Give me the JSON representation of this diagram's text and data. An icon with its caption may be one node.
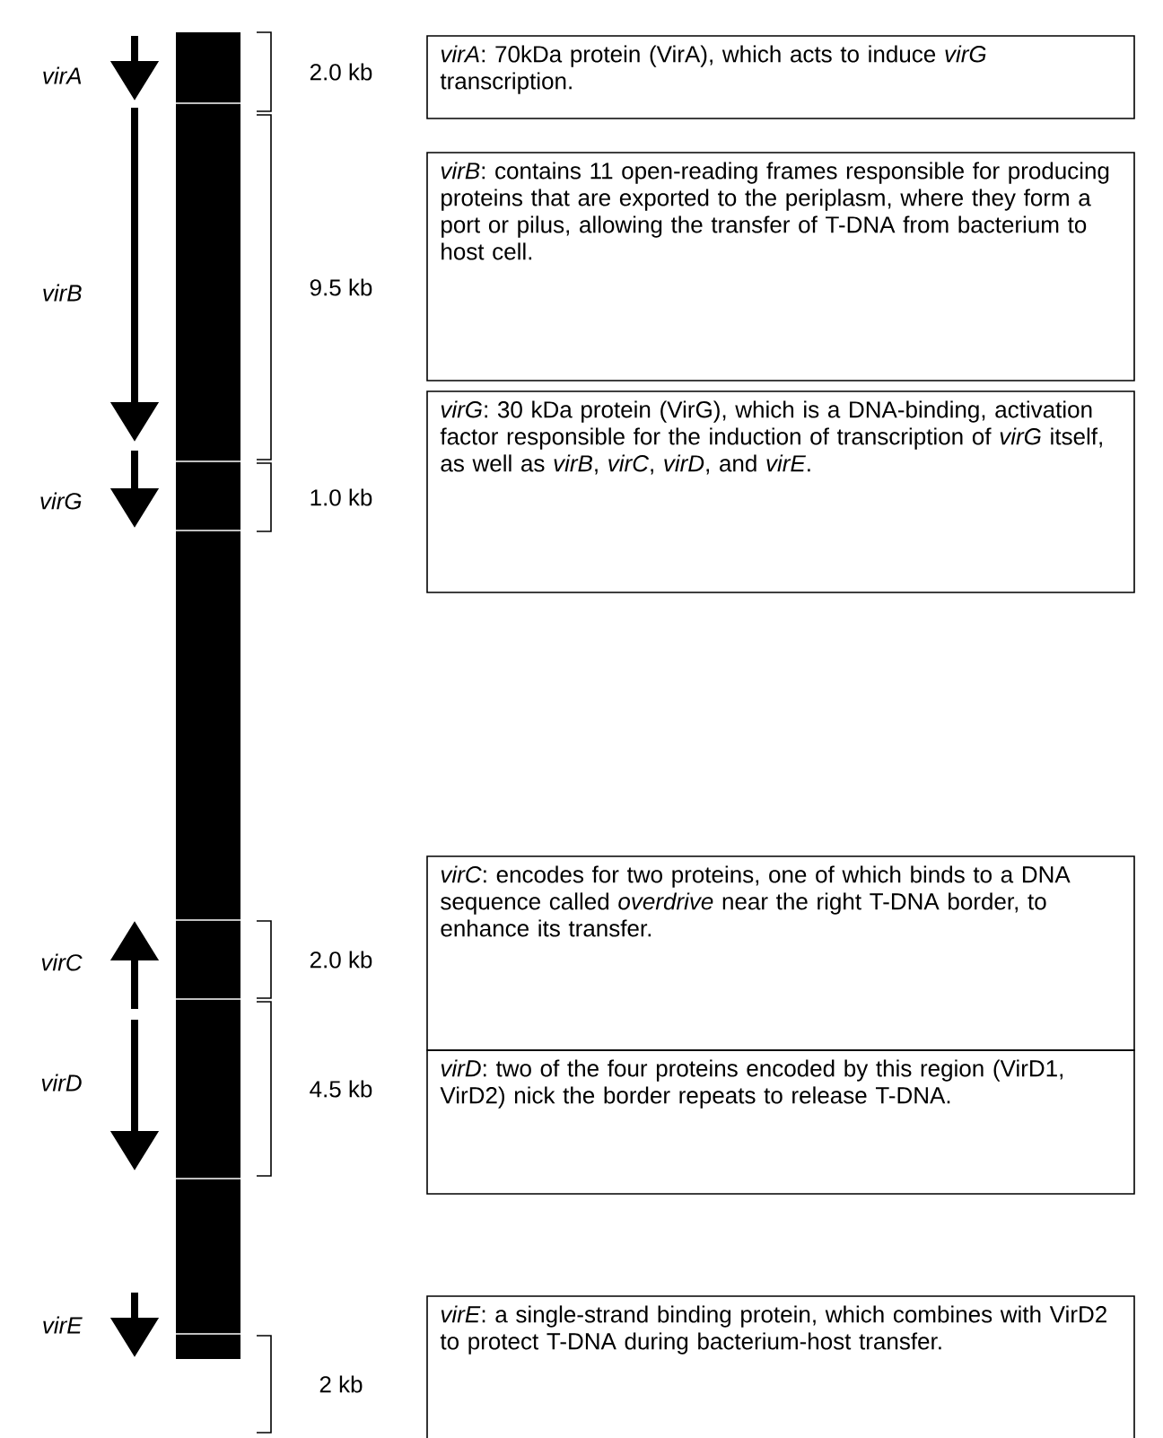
{
  "diagram": {
    "nodes": [
      {
        "text": [
          "*virA*: 70kDa protein (VirA), which acts to induce *virG* transcription."
        ]
      },
      {
        "text": [
          "*virB*: contains 11 open-reading frames responsible for producing proteins that are exported to the periplasm, where they form a port or pilus, allowing the transfer of T-DNA from bacterium to host cell."
        ]
      },
      {
        "text": [
          "*virG*: 30 kDa protein (VirG), which is a DNA-binding, activation factor responsible for the induction of transcription of *virG* itself, as well as *virB*, *virC*, *virD*, and *virE*."
        ]
      },
      {
        "text": [
          "*virC*: encodes for two proteins, one of which binds to a DNA sequence called *overdrive* near the right T-DNA border, to enhance its transfer."
        ]
      },
      {
        "text": [
          "*virD*: two of the four proteins encoded by this region (VirD1, VirD2) nick the border repeats to release T-DNA."
        ]
      },
      {
        "text": [
          "*virE*: a single-strand binding protein, which combines with VirD2 to protect T-DNA during bacterium-host transfer."
        ]
      }
    ],
    "labels": [
      "virA",
      "2.0 kb",
      "virB",
      "9.5 kb",
      "virG",
      "1.0 kb",
      "virC",
      "2.0 kb",
      "virD",
      "4.5 kb",
      "virE",
      "2 kb"
    ]
  }
}
